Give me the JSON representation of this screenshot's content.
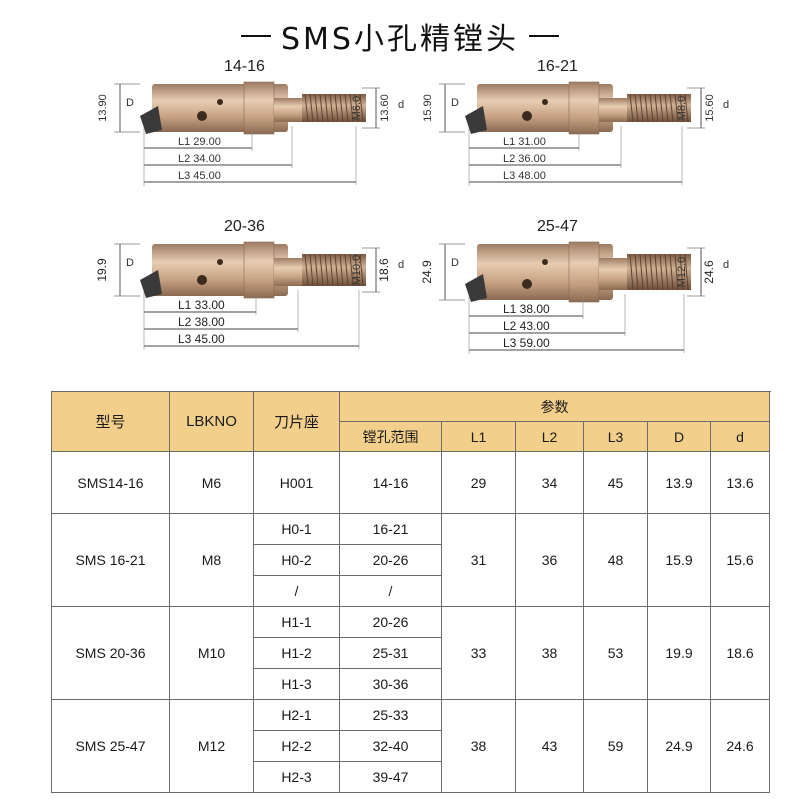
{
  "title": "SMS小孔精镗头",
  "drawings": [
    {
      "label": "14-16",
      "D": "13.90",
      "d": "13.60",
      "thread": "M6.0",
      "L1": "L1  29.00",
      "L2": "L2  34.00",
      "L3": "L3  45.00"
    },
    {
      "label": "16-21",
      "D": "15.90",
      "d": "15.60",
      "thread": "M8.0",
      "L1": "L1  31.00",
      "L2": "L2  36.00",
      "L3": "L3  48.00"
    },
    {
      "label": "20-36",
      "D": "19.9",
      "d": "18.6",
      "thread": "M10.0",
      "L1": "L1 33.00",
      "L2": "L2  38.00",
      "L3": "L3  45.00"
    },
    {
      "label": "25-47",
      "D": "24.9",
      "d": "24.6",
      "thread": "M12.0",
      "L1": "L1 38.00",
      "L2": "L2 43.00",
      "L3": "L3 59.00"
    }
  ],
  "dim_symbols": {
    "D": "D",
    "d": "d"
  },
  "table": {
    "headers": {
      "model": "型号",
      "lbkno": "LBKNO",
      "holder": "刀片座",
      "params": "参数",
      "range": "镗孔范围",
      "L1": "L1",
      "L2": "L2",
      "L3": "L3",
      "D": "D",
      "d": "d"
    },
    "groups": [
      {
        "model": "SMS14-16",
        "lbkno": "M6",
        "rows": [
          {
            "holder": "H001",
            "range": "14-16"
          }
        ],
        "L1": "29",
        "L2": "34",
        "L3": "45",
        "D": "13.9",
        "d": "13.6"
      },
      {
        "model": "SMS 16-21",
        "lbkno": "M8",
        "rows": [
          {
            "holder": "H0-1",
            "range": "16-21"
          },
          {
            "holder": "H0-2",
            "range": "20-26"
          },
          {
            "holder": "/",
            "range": "/"
          }
        ],
        "L1": "31",
        "L2": "36",
        "L3": "48",
        "D": "15.9",
        "d": "15.6"
      },
      {
        "model": "SMS 20-36",
        "lbkno": "M10",
        "rows": [
          {
            "holder": "H1-1",
            "range": "20-26"
          },
          {
            "holder": "H1-2",
            "range": "25-31"
          },
          {
            "holder": "H1-3",
            "range": "30-36"
          }
        ],
        "L1": "33",
        "L2": "38",
        "L3": "53",
        "D": "19.9",
        "d": "18.6"
      },
      {
        "model": "SMS 25-47",
        "lbkno": "M12",
        "rows": [
          {
            "holder": "H2-1",
            "range": "25-33"
          },
          {
            "holder": "H2-2",
            "range": "32-40"
          },
          {
            "holder": "H2-3",
            "range": "39-47"
          }
        ],
        "L1": "38",
        "L2": "43",
        "L3": "59",
        "D": "24.9",
        "d": "24.6"
      }
    ]
  },
  "colors": {
    "header_bg": "#f2cf8a",
    "body_metal": "#c9a98a",
    "thread_metal": "#a7856a",
    "insert_dark": "#3a3a3a"
  }
}
